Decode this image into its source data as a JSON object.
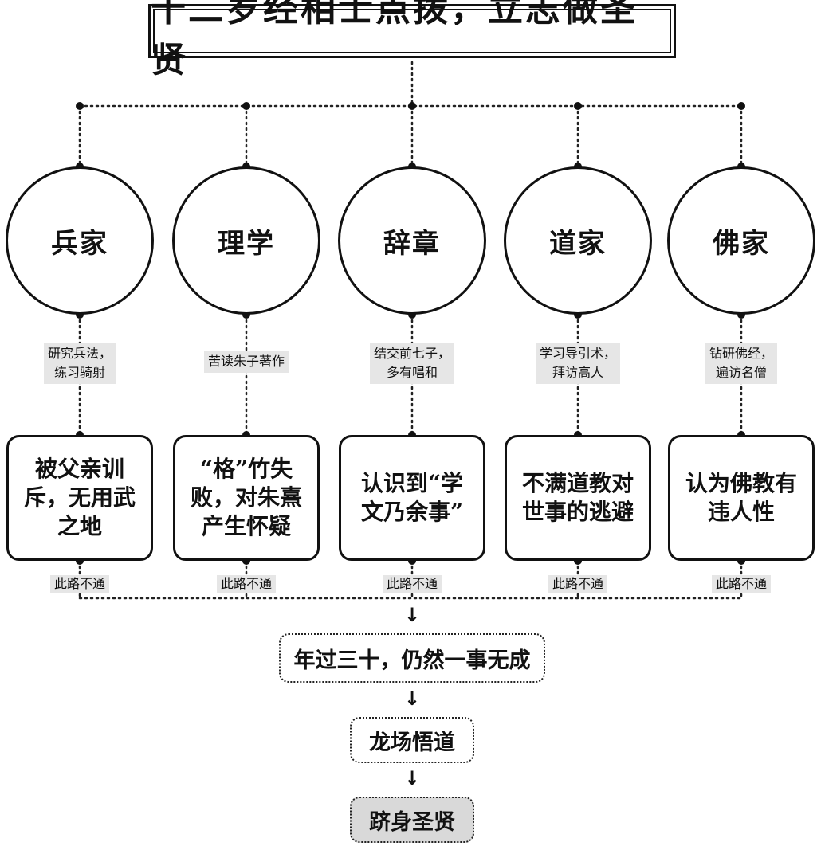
{
  "title": "十二岁经相士点拨，立志做圣贤",
  "branches": [
    {
      "name": "兵家",
      "note": [
        "研究兵法，",
        "练习骑射"
      ],
      "result": "被父亲训斥，无用武之地",
      "status": "此路不通"
    },
    {
      "name": "理学",
      "note": [
        "苦读朱子著作"
      ],
      "result": "“格”竹失败，对朱熹产生怀疑",
      "status": "此路不通"
    },
    {
      "name": "辞章",
      "note": [
        "结交前七子，",
        "多有唱和"
      ],
      "result": "认识到“学文乃余事”",
      "status": "此路不通"
    },
    {
      "name": "道家",
      "note": [
        "学习导引术，",
        "拜访高人"
      ],
      "result": "不满道教对世事的逃避",
      "status": "此路不通"
    },
    {
      "name": "佛家",
      "note": [
        "钻研佛经，",
        "遍访名僧"
      ],
      "result": "认为佛教有违人性",
      "status": "此路不通"
    }
  ],
  "steps": [
    "年过三十，仍然一事无成",
    "龙场悟道",
    "跻身圣贤"
  ],
  "arrow_symbol": "↓"
}
